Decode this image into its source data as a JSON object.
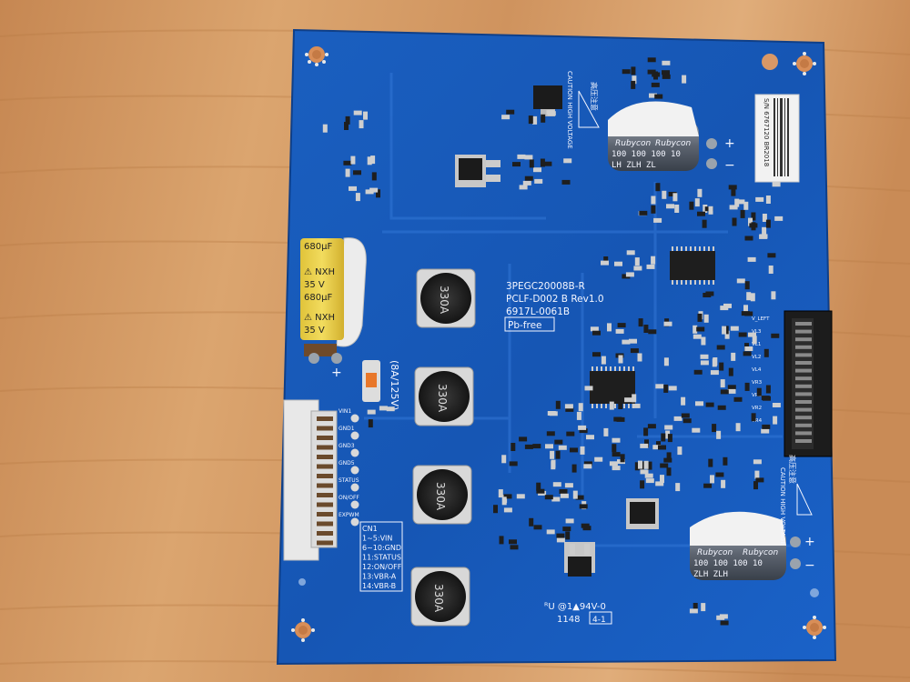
{
  "board": {
    "part_number": "3PEGC20008B-R",
    "model": "PCLF-D002 B  Rev1.0",
    "code": "6917L-0061B",
    "pb_free": "Pb-free",
    "fuse_rating": "(8A/125V)",
    "caution_top": "CAUTION HIGH VOLTAGE",
    "caution_top_cn": "高压注意",
    "caution_right": "CAUTION HIGH VOLTAGE",
    "caution_right_cn": "高压注意",
    "serial_sticker": "S/N 6767120 BR2018",
    "ul_mark": "ᴿU @1▲94V-0",
    "date_code": "1148",
    "rev_box": "4-1",
    "connector_labels": [
      "VIN1",
      "GND1",
      "GND3",
      "GND5",
      "STATUS",
      "ON/OFF",
      "EXPWM"
    ],
    "right_connector_labels": [
      "V_LEFT",
      "VL3",
      "VL1",
      "VL2",
      "VL4",
      "VR3",
      "VR1",
      "VR2",
      "VR4"
    ],
    "cn1_legend": [
      "CN1",
      "1~5:VIN",
      "6~10:GND",
      "11:STATUS",
      "12:ON/OFF",
      "13:VBR-A",
      "14:VBR-B"
    ]
  },
  "components": {
    "inductors": [
      "330A",
      "330A",
      "330A",
      "330A"
    ],
    "yellow_cap": {
      "line1": "680µF",
      "line2": "⚠ NXH",
      "line3": "35 V",
      "line4": "680µF",
      "line5": "⚠ NXH",
      "line6": "35 V"
    },
    "top_cap": {
      "brand": "Rubycon",
      "brand2": "Rubycon",
      "spec": "100 100 100 10",
      "series": "LH  ZLH  ZL"
    },
    "bottom_cap": {
      "brand": "Rubycon",
      "brand2": "Rubycon",
      "spec": "100 100 100 10",
      "series": "ZLH  ZLH"
    },
    "polarity_plus": "+",
    "polarity_minus": "−"
  }
}
